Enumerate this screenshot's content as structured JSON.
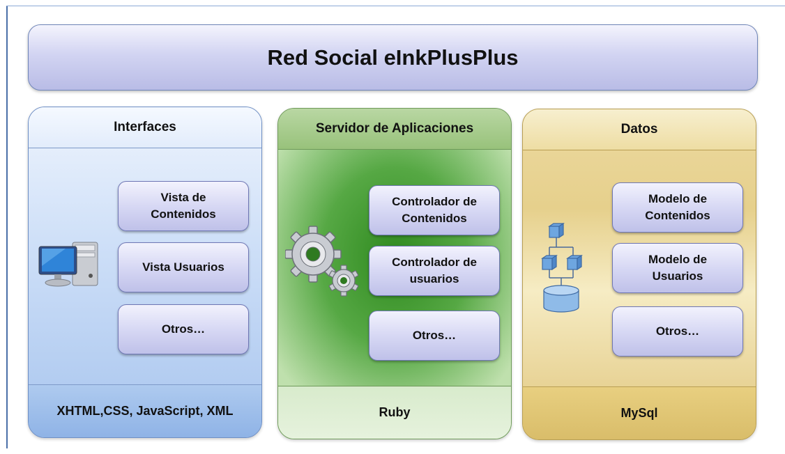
{
  "title": "Red Social eInkPlusPlus",
  "panels": {
    "interfaces": {
      "header": "Interfaces",
      "modules": [
        "Vista de\nContenidos",
        "Vista Usuarios",
        "Otros…"
      ],
      "footer": "XHTML,CSS, JavaScript, XML",
      "icon": "computer-icon"
    },
    "server": {
      "header": "Servidor de Aplicaciones",
      "modules": [
        "Controlador de\nContenidos",
        "Controlador de\nusuarios",
        "Otros…"
      ],
      "footer": "Ruby",
      "icon": "gears-icon"
    },
    "data": {
      "header": "Datos",
      "modules": [
        "Modelo de\nContenidos",
        "Modelo de\nUsuarios",
        "Otros…"
      ],
      "footer": "MySql",
      "icon": "database-icon"
    }
  },
  "colors": {
    "interfaces": "#a8c5ee",
    "server": "#2f8a1f",
    "data": "#e6d08c",
    "module": "#d7d8f4"
  }
}
